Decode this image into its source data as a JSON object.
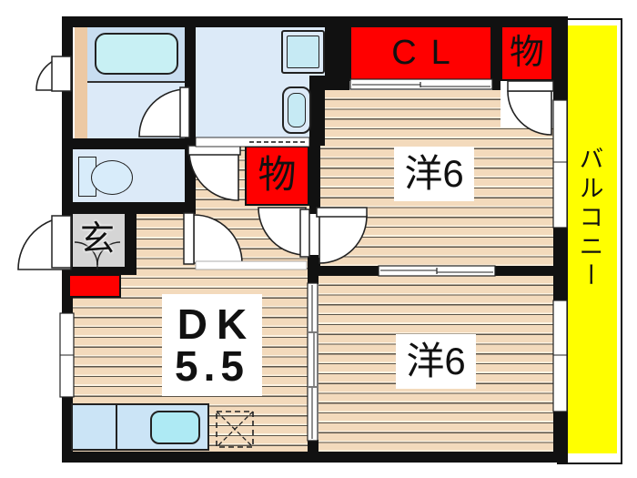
{
  "plan_type": "apartment-floor-plan",
  "rooms": {
    "western_top": {
      "label": "洋6"
    },
    "western_bottom": {
      "label": "洋6"
    },
    "dining_kitchen": {
      "label": "DK",
      "size": "5.5"
    },
    "entrance": {
      "label": "玄"
    },
    "balcony": {
      "label": "バルコニー"
    }
  },
  "storage": {
    "closet_top": {
      "label": "CL"
    },
    "storage_top": {
      "label": "物"
    },
    "storage_hall": {
      "label": "物"
    }
  },
  "fixtures": [
    "bathtub",
    "washing-machine-pan",
    "washbasin",
    "toilet",
    "kitchen-sink",
    "refrigerator-space",
    "shoe-cabinet"
  ],
  "colors": {
    "wall": "#111111",
    "storage_red": "#ff0000",
    "balcony_yellow": "#ffff00",
    "wood_floor": "#f3dabc",
    "room_blue": "#dceaf8",
    "bath_blue": "#c8ddf0",
    "fixture_cyan": "#c8f0f4",
    "entrance_gray": "#d5d5d5"
  }
}
